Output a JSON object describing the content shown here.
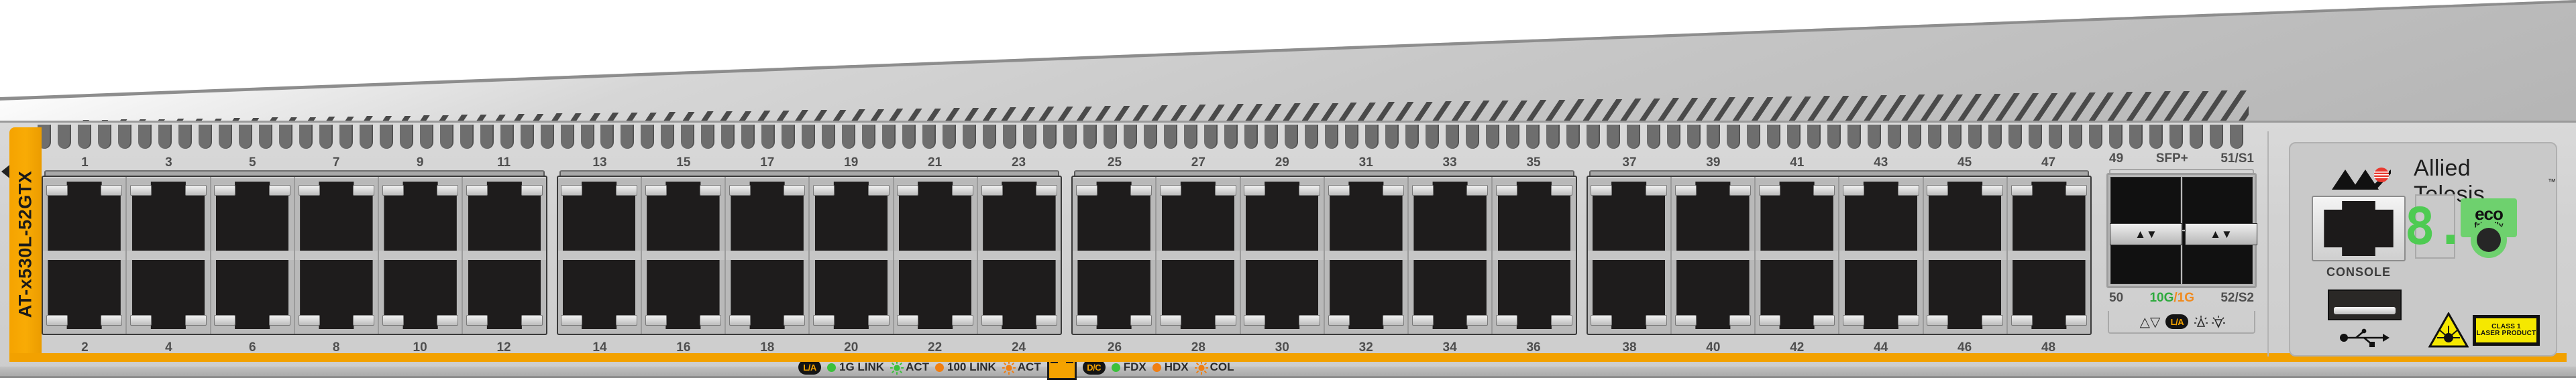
{
  "device": {
    "model": "AT-x530L-52GTX",
    "brand": "Allied Telesis",
    "brand_tm": "™"
  },
  "colors": {
    "accent_orange": "#f2a100",
    "led_green": "#3cc03c",
    "led_orange": "#f07f12",
    "seg_green": "#4ecb52",
    "eco_green": "#6ed16e",
    "warn_yellow": "#f5e800",
    "panel_gray": "#d2d2d2",
    "port_black": "#1e1c1c"
  },
  "copper_ports": {
    "total": 48,
    "blocks": [
      {
        "first": 1,
        "last": 12
      },
      {
        "first": 13,
        "last": 24
      },
      {
        "first": 25,
        "last": 36
      },
      {
        "first": 37,
        "last": 48
      }
    ],
    "top_row_numbers": [
      1,
      3,
      5,
      7,
      9,
      11,
      13,
      15,
      17,
      19,
      21,
      23,
      25,
      27,
      29,
      31,
      33,
      35,
      37,
      39,
      41,
      43,
      45,
      47
    ],
    "bottom_row_numbers": [
      2,
      4,
      6,
      8,
      10,
      12,
      14,
      16,
      18,
      20,
      22,
      24,
      26,
      28,
      30,
      32,
      34,
      36,
      38,
      40,
      42,
      44,
      46,
      48
    ]
  },
  "sfp": {
    "title": "SFP+",
    "top_left_label": "49",
    "top_right_label": "51/S1",
    "bottom_left_label": "50",
    "bottom_right_label": "52/S2",
    "speed_10g": "10G",
    "speed_1g": "/1G",
    "latch_glyphs": "▲▼",
    "legend_triangles": "△▽",
    "legend_badge": "L/A"
  },
  "led_legend": {
    "link_badge": "L/A",
    "items_link": [
      {
        "label": "1G LINK",
        "indicator": "dot",
        "color": "green"
      },
      {
        "label": "ACT",
        "indicator": "spark",
        "color": "green"
      },
      {
        "label": "100 LINK",
        "indicator": "dot",
        "color": "orange"
      },
      {
        "label": "ACT",
        "indicator": "spark",
        "color": "orange"
      }
    ],
    "duplex_badge": "D/C",
    "items_duplex": [
      {
        "label": "FDX",
        "indicator": "dot",
        "color": "green"
      },
      {
        "label": "HDX",
        "indicator": "dot",
        "color": "orange"
      },
      {
        "label": "COL",
        "indicator": "spark",
        "color": "orange"
      }
    ]
  },
  "right_panel": {
    "console_label": "CONSOLE",
    "seven_segment_value": "8.",
    "eco_line1": "eco",
    "eco_line2": "friendly",
    "laser_line1": "CLASS 1",
    "laser_line2": "LASER PRODUCT"
  }
}
